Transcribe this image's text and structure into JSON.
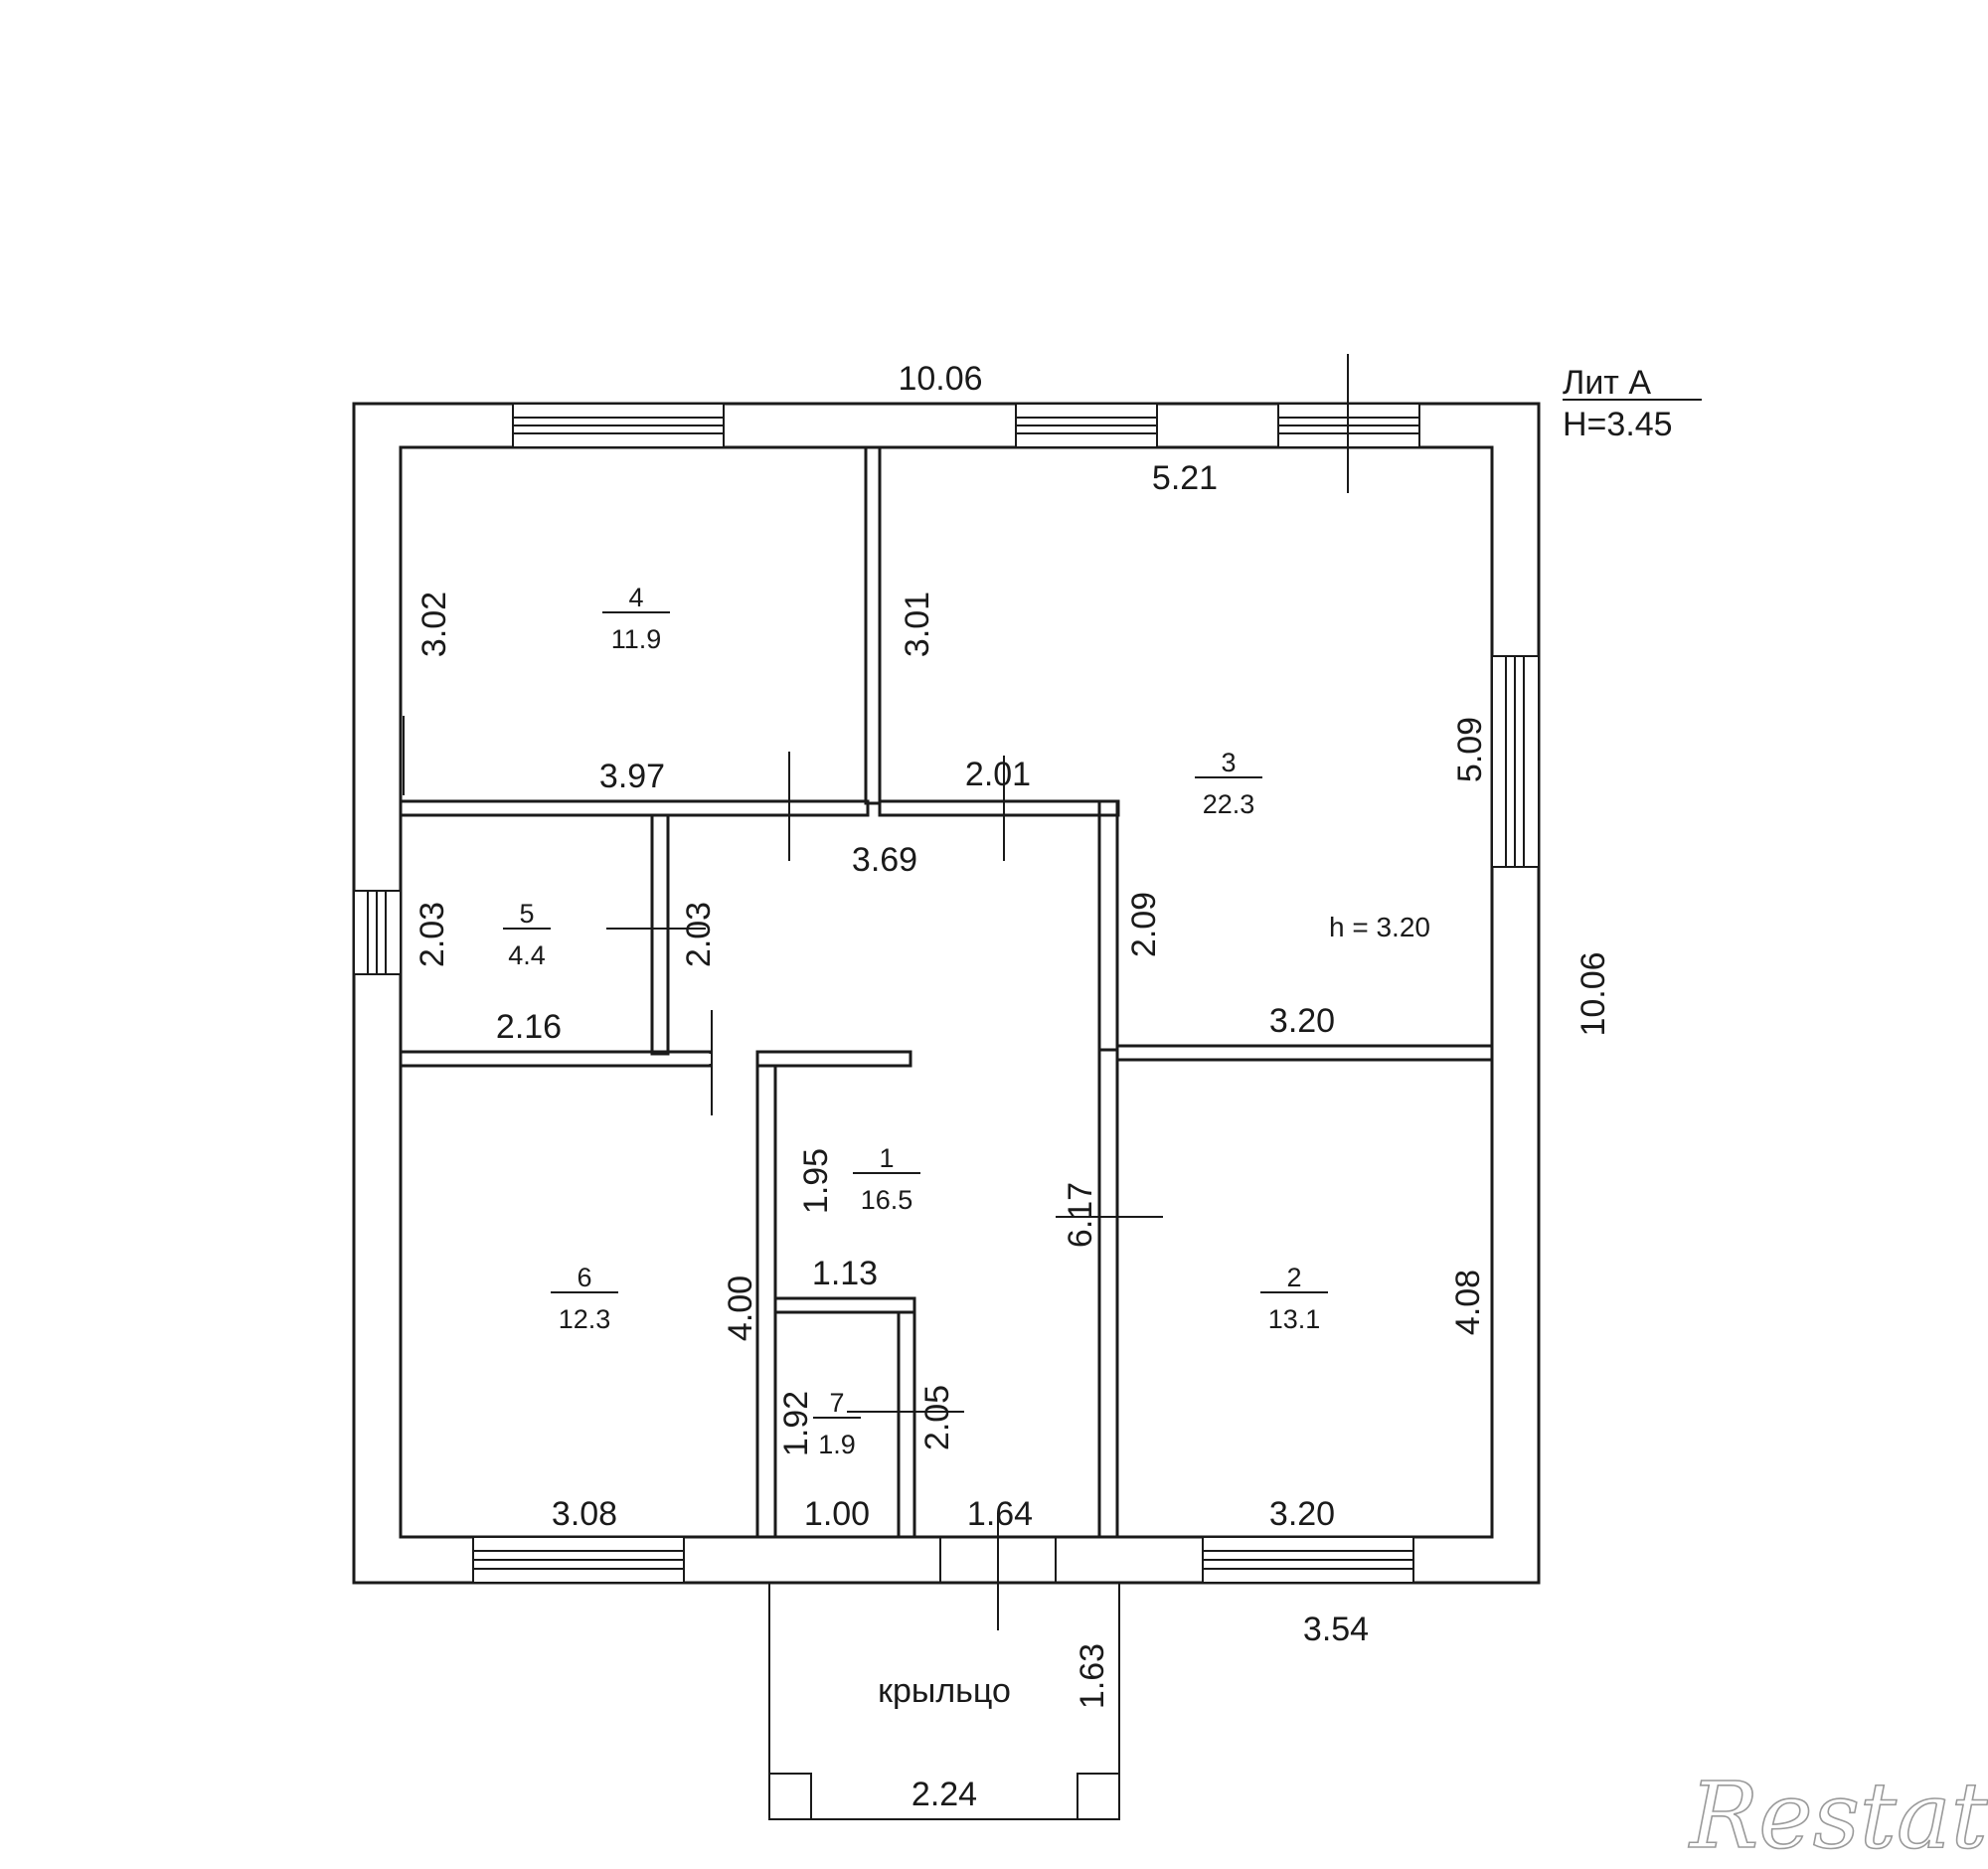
{
  "building": {
    "lit": "Лит А",
    "height": "H=3.45"
  },
  "overall": {
    "width": "10.06",
    "height": "10.06"
  },
  "rooms": [
    {
      "num": "1",
      "area": "16.5"
    },
    {
      "num": "2",
      "area": "13.1"
    },
    {
      "num": "3",
      "area": "22.3"
    },
    {
      "num": "4",
      "area": "11.9"
    },
    {
      "num": "5",
      "area": "4.4"
    },
    {
      "num": "6",
      "area": "12.3"
    },
    {
      "num": "7",
      "area": "1.9"
    }
  ],
  "ceiling_note": "h = 3.20",
  "porch": {
    "label": "крыльцо",
    "width": "2.24",
    "depth": "1.63"
  },
  "dimensions": {
    "room3_top": "5.21",
    "room4_left": "3.02",
    "room4_bottom": "3.97",
    "room3_left": "3.01",
    "room3_right": "5.09",
    "door_2_01": "2.01",
    "corridor_top": "3.69",
    "room5_left": "2.03",
    "room5_right": "2.03",
    "room5_bottom": "2.16",
    "room3_lower_left": "2.09",
    "room3_bottom": "3.20",
    "room1_left": "1.95",
    "room1_right": "6.17",
    "room1_step": "1.13",
    "room6_right": "4.00",
    "room7_left": "1.92",
    "room7_right": "2.05",
    "room6_bottom": "3.08",
    "room7_bottom": "1.00",
    "room1_bottom": "1.64",
    "room2_bottom": "3.20",
    "room2_right": "4.08",
    "porch_offset": "3.54"
  },
  "watermark": "Restate"
}
